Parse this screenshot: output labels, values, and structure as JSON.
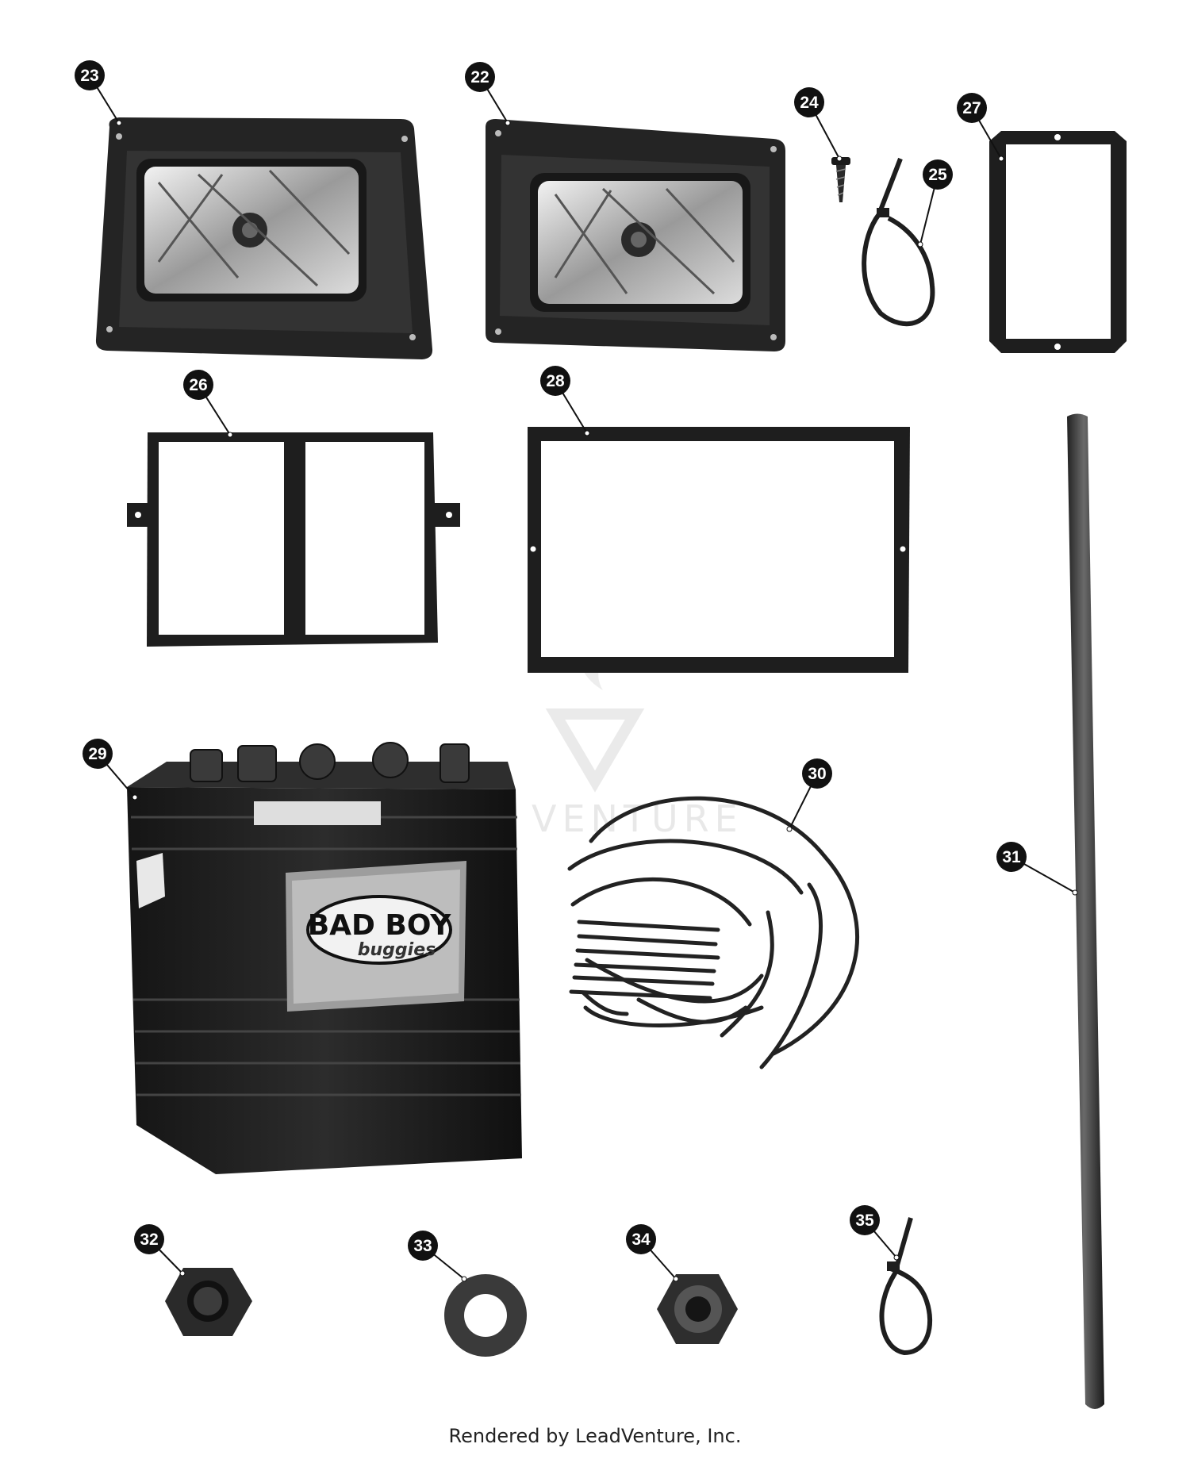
{
  "diagram": {
    "callouts": [
      "22",
      "23",
      "24",
      "25",
      "26",
      "27",
      "28",
      "29",
      "30",
      "31",
      "32",
      "33",
      "34",
      "35"
    ],
    "battery_brand": "BAD BOY",
    "battery_subbrand": "buggies",
    "watermark_text": "VENTURE",
    "footer": "Rendered by LeadVenture, Inc."
  },
  "colors": {
    "part": "#1f1f1f",
    "callout_bg": "#111111",
    "callout_fg": "#ffffff"
  }
}
